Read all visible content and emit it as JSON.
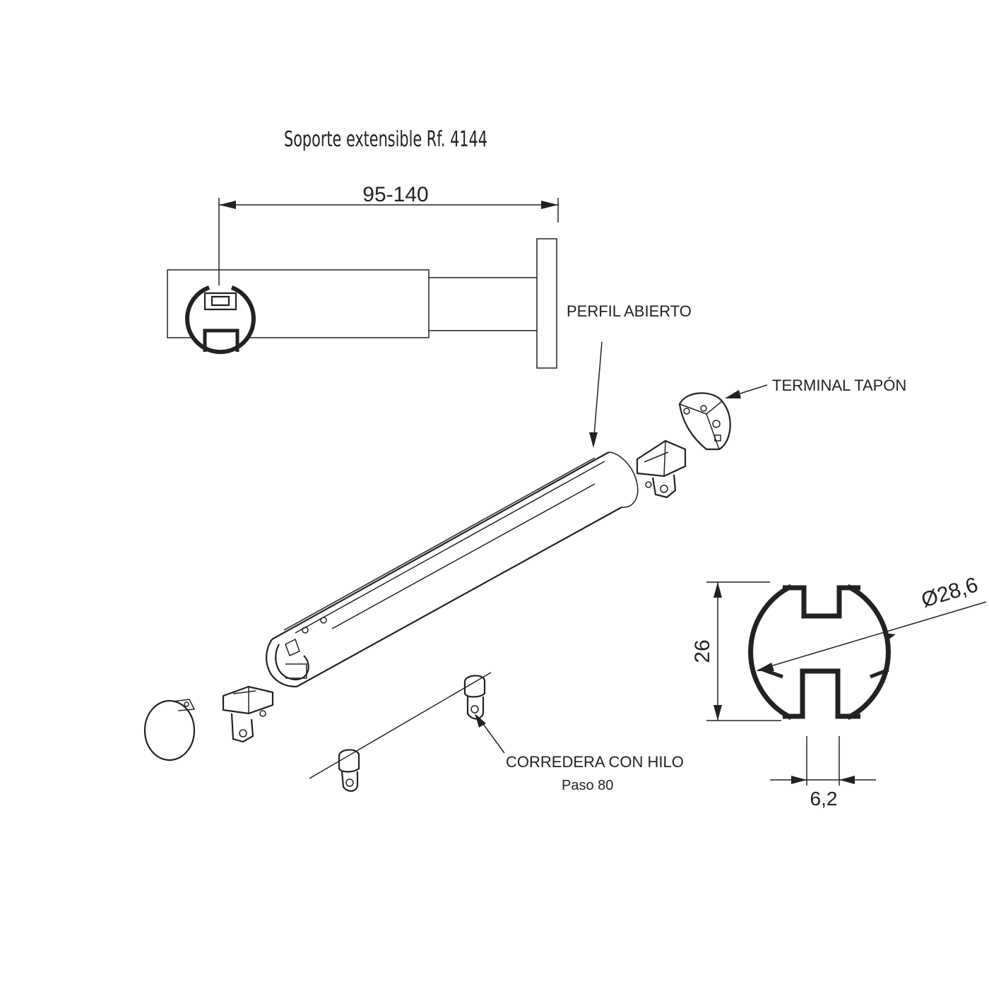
{
  "title": "Soporte extensible Rf. 4144",
  "dimensions": {
    "bracket_length": "95-140",
    "profile_diameter": "Ø28,6",
    "profile_height": "26",
    "slot_width": "6,2"
  },
  "labels": {
    "open_profile": "PERFIL ABIERTO",
    "end_cap": "TERMINAL TAPÓN",
    "glider": "CORREDERA CON HILO",
    "glider_pitch": "Paso 80"
  }
}
